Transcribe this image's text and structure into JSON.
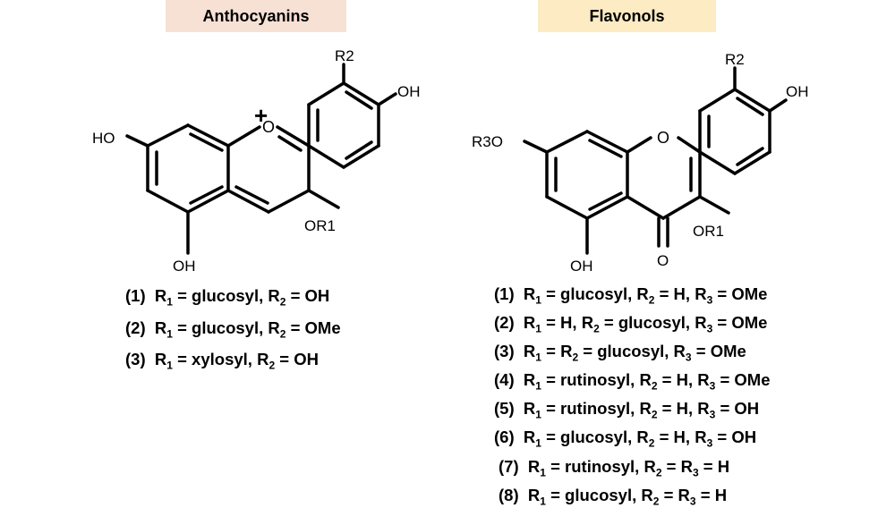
{
  "anthocyanins": {
    "title": "Anthocyanins",
    "labels": {
      "r2": "R2",
      "oh_top": "OH",
      "charge": "+",
      "ho_left": "HO",
      "or1": "OR1",
      "oh_bottom": "OH"
    },
    "compounds": [
      {
        "num": "(1)",
        "r1": "glucosyl",
        "r2": "OH"
      },
      {
        "num": "(2)",
        "r1": "glucosyl",
        "r2": "OMe"
      },
      {
        "num": "(3)",
        "r1": "xylosyl",
        "r2": "OH"
      }
    ]
  },
  "flavonols": {
    "title": "Flavonols",
    "labels": {
      "r2": "R2",
      "oh_top": "OH",
      "r3o": "R3O",
      "or1": "OR1",
      "oh_bottom": "OH",
      "o_carbonyl": "O"
    },
    "compounds": [
      {
        "num": "(1)",
        "text": "R1 = glucosyl, R2 = H, R3 = OMe"
      },
      {
        "num": "(2)",
        "text": "R1 = H, R2 = glucosyl, R3 = OMe"
      },
      {
        "num": "(3)",
        "text": "R1 = R2 = glucosyl, R3 = OMe"
      },
      {
        "num": "(4)",
        "text": "R1 = rutinosyl, R2 = H, R3 = OMe"
      },
      {
        "num": "(5)",
        "text": "R1 = rutinosyl, R2 = H, R3 = OH"
      },
      {
        "num": "(6)",
        "text": "R1 = glucosyl, R2 = H, R3 = OH"
      },
      {
        "num": "(7)",
        "text": "R1 = rutinosyl, R2 = R3 = H"
      },
      {
        "num": "(8)",
        "text": "R1 = glucosyl, R2 = R3 = H"
      }
    ]
  }
}
